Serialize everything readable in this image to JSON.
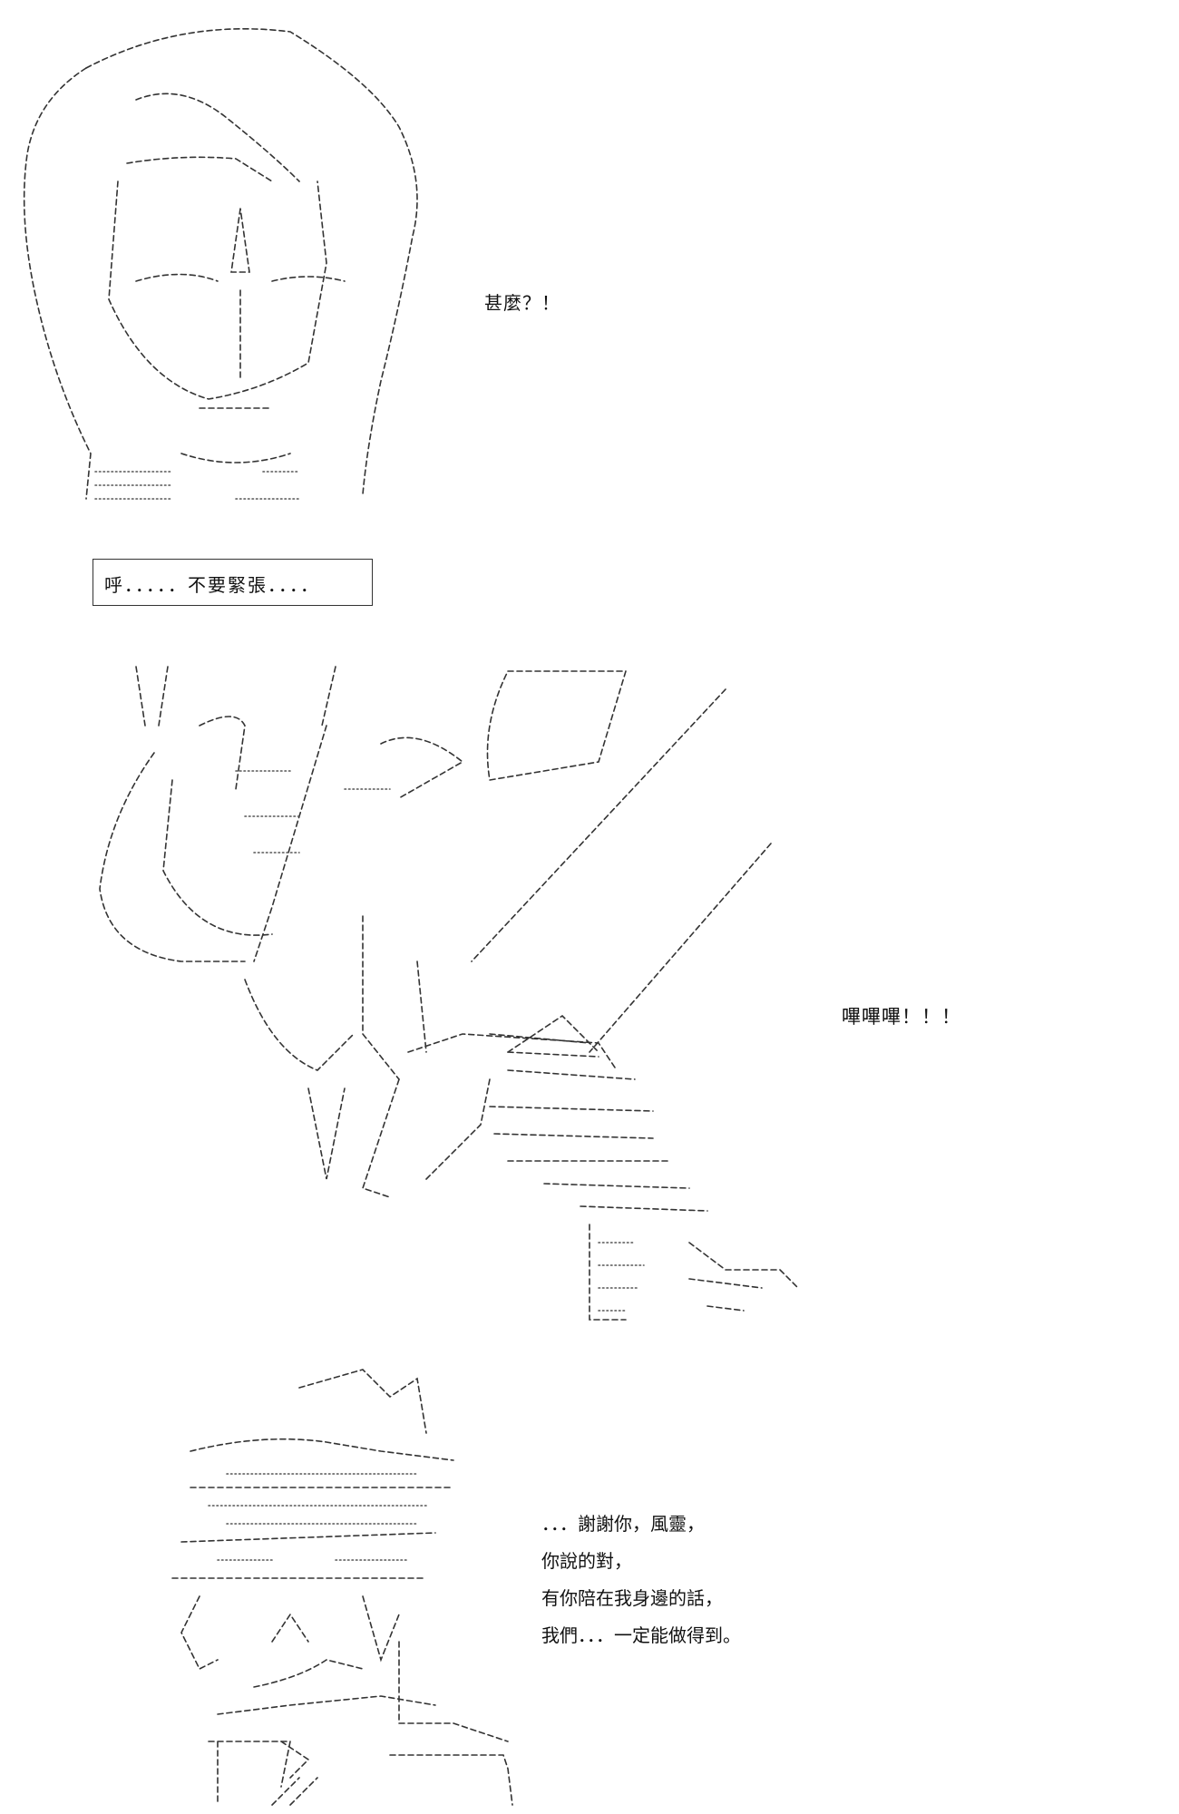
{
  "panels": [
    {
      "dialogue": "甚麼？！"
    },
    {
      "caption": "呼．．．．．不要緊張．．．．"
    },
    {
      "sound_effect": "嗶嗶嗶！！！"
    },
    {
      "dialogue_lines": [
        "．．．謝謝你，風靈，",
        "你說的對，",
        "有你陪在我身邊的話，",
        "我們．．．一定能做得到。"
      ]
    }
  ]
}
